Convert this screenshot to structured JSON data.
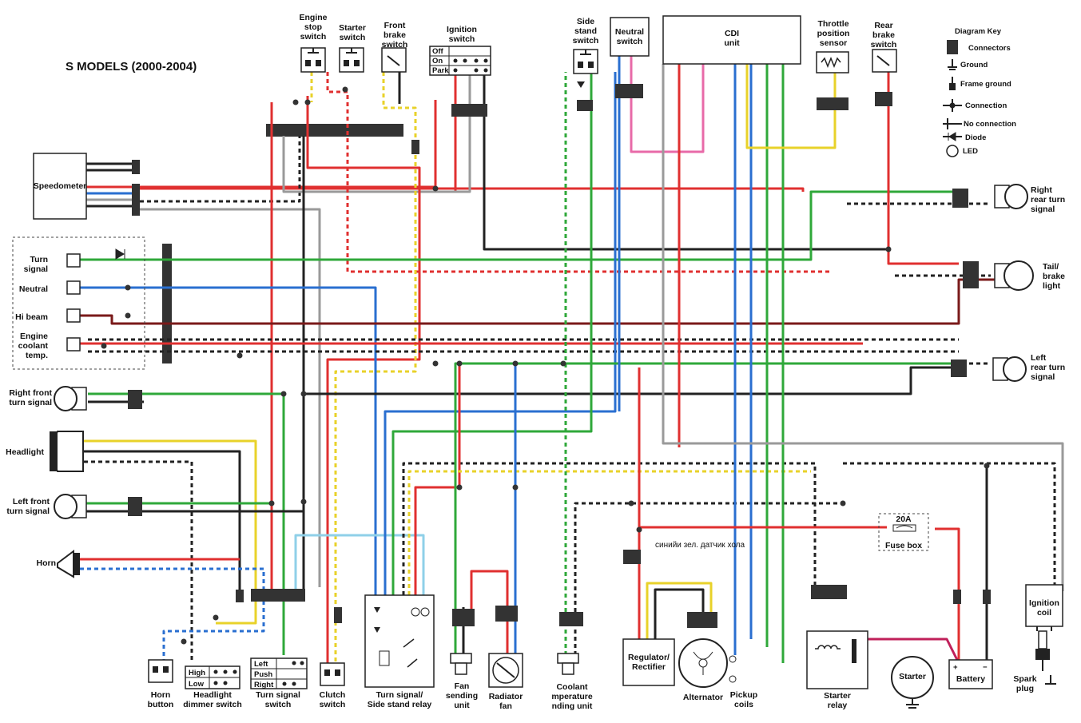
{
  "title": "S MODELS (2000-2004)",
  "colors": {
    "red": "#e03030",
    "green": "#2fa83a",
    "blue": "#2a6fd0",
    "black": "#222222",
    "yellow": "#e8d22a",
    "gray": "#9a9a9a",
    "brown": "#7a1a1a",
    "pink": "#e86aa8",
    "light_blue": "#8fd0e8",
    "white": "#ffffff"
  },
  "components": {
    "engine_stop_switch": "Engine\nstop\nswitch",
    "starter_switch": "Starter\nswitch",
    "front_brake_switch": "Front\nbrake\nswitch",
    "ignition_switch": "Ignition\nswitch",
    "side_stand_switch": "Side\nstand\nswitch",
    "neutral_switch": "Neutral\nswitch",
    "cdi_unit": "CDI\nunit",
    "throttle_position_sensor": "Throttle\nposition\nsensor",
    "rear_brake_switch": "Rear\nbrake\nswitch",
    "speedometer": "Speedometer",
    "turn_signal_ind": "Turn\nsignal",
    "neutral_ind": "Neutral",
    "hi_beam_ind": "Hi beam",
    "coolant_temp_ind": "Engine\ncoolant\ntemp.",
    "right_front_turn": "Right front\nturn signal",
    "headlight": "Headlight",
    "left_front_turn": "Left front\nturn signal",
    "horn": "Horn",
    "right_rear_turn": "Right\nrear turn\nsignal",
    "tail_brake_light": "Tail/\nbrake\nlight",
    "left_rear_turn": "Left\nrear turn\nsignal",
    "horn_button": "Horn\nbutton",
    "headlight_dimmer": "Headlight\ndimmer switch",
    "turn_signal_switch": "Turn signal\nswitch",
    "clutch_switch": "Clutch\nswitch",
    "turn_signal_relay": "Turn signal/\nSide stand relay",
    "fan_sending_unit": "Fan\nsending\nunit",
    "radiator_fan": "Radiator\nfan",
    "coolant_sending_unit": "Coolant\nmperature\nnding unit",
    "regulator_rectifier": "Regulator/\nRectifier",
    "alternator": "Alternator",
    "pickup_coils": "Pickup\ncoils",
    "starter_relay": "Starter\nrelay",
    "starter": "Starter",
    "battery": "Battery",
    "spark_plug": "Spark\nplug",
    "ignition_coil": "Ignition\ncoil",
    "fuse_rating": "20A",
    "fuse_box": "Fuse box"
  },
  "ignition_positions": [
    "Off",
    "On",
    "Park"
  ],
  "dimmer_positions": [
    "High",
    "Low"
  ],
  "turn_switch_positions": [
    "Left",
    "Push",
    "Right"
  ],
  "annotation": "синийи зел. датчик хола",
  "diagram_key": {
    "title": "Diagram Key",
    "items": [
      "Connectors",
      "Ground",
      "Frame ground",
      "Connection",
      "No connection",
      "Diode",
      "LED"
    ]
  }
}
